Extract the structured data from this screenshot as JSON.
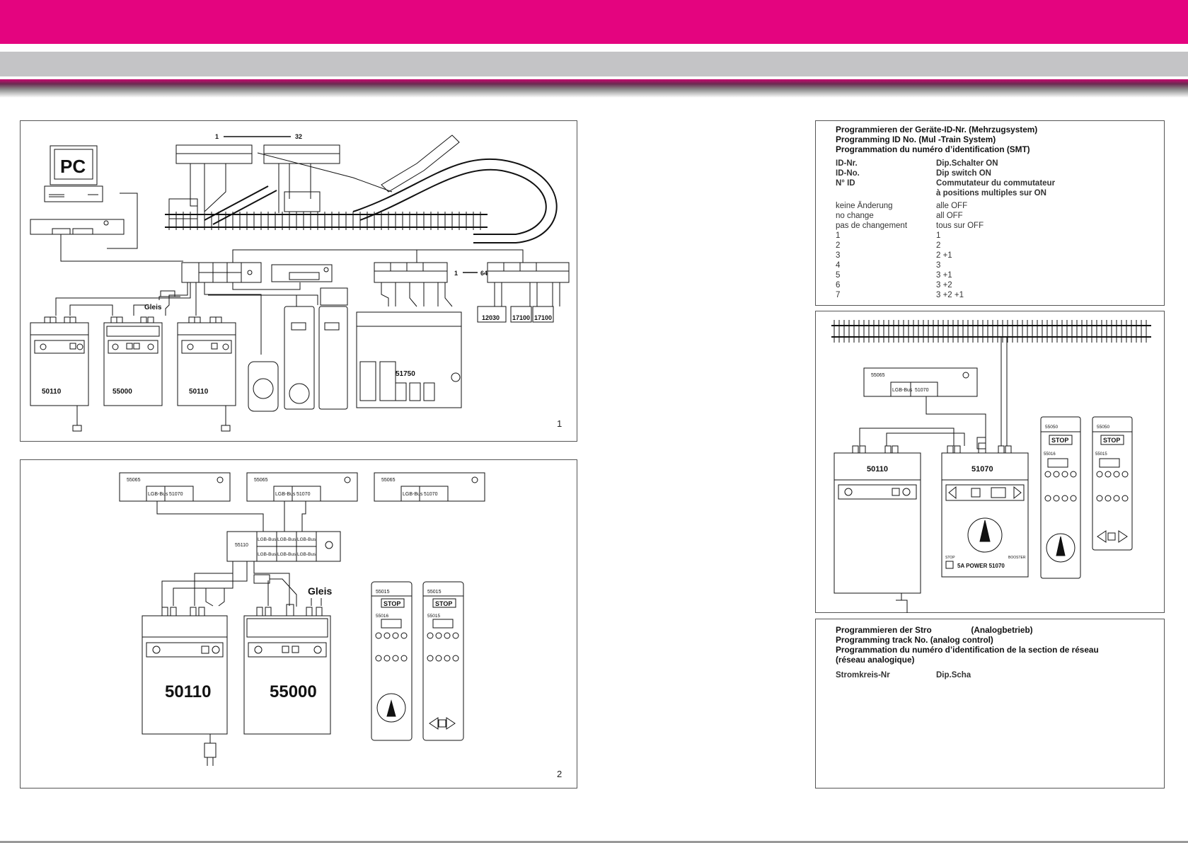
{
  "figure1": {
    "number": "1",
    "pc_label": "PC",
    "range_top": [
      "1",
      "32"
    ],
    "range_right": [
      "1",
      "64"
    ],
    "gleis_label": "Gleis",
    "units": [
      "50110",
      "55000",
      "50110",
      "51750",
      "12030",
      "17100",
      "17100"
    ]
  },
  "figure2": {
    "number": "2",
    "receivers": [
      {
        "model": "55065",
        "bus": "LGB-Bus",
        "id": "51070"
      },
      {
        "model": "55065",
        "bus": "LGB-Bus",
        "id": "51070"
      },
      {
        "model": "55065",
        "bus": "LGB-Bus",
        "id": "51070"
      }
    ],
    "distributor": {
      "model": "55110",
      "ports": [
        "LGB-Bus",
        "LGB-Bus",
        "LGB-Bus",
        "LGB-Bus",
        "LGB-Bus",
        "LGB-Bus"
      ]
    },
    "gleis_label": "Gleis",
    "transformer": "50110",
    "central": "55000",
    "handhelds": [
      {
        "model": "55015",
        "stop": "STOP",
        "inner": "55016"
      },
      {
        "model": "55015",
        "stop": "STOP",
        "inner": "55015"
      }
    ]
  },
  "id_table": {
    "titles": [
      "Programmieren der Geräte-ID-Nr. (Mehrzugsystem)",
      "Programming ID No. (Mul   -Train System)",
      "Programmation du numéro d’identification (SMT)"
    ],
    "headers": [
      {
        "left": "ID-Nr.",
        "right": "Dip.Schalter ON"
      },
      {
        "left": "ID-No.",
        "right": "Dip switch ON"
      },
      {
        "left": "N° ID",
        "right": "Commutateur du commutateur"
      },
      {
        "left": "",
        "right": "à positions multiples sur ON"
      }
    ],
    "rows": [
      {
        "left": "keine Änderung",
        "right": "alle OFF"
      },
      {
        "left": "no change",
        "right": "all OFF"
      },
      {
        "left": "pas de changement",
        "right": "tous sur OFF"
      },
      {
        "left": "1",
        "right": "1"
      },
      {
        "left": "2",
        "right": "2"
      },
      {
        "left": "3",
        "right": "2 +1"
      },
      {
        "left": "4",
        "right": "3"
      },
      {
        "left": "5",
        "right": "3 +1"
      },
      {
        "left": "6",
        "right": "3 +2"
      },
      {
        "left": "7",
        "right": "3 +2 +1"
      }
    ]
  },
  "figure3": {
    "receiver": {
      "model": "55065",
      "bus": "LGB-Bus",
      "id": "51070"
    },
    "transformer": "50110",
    "booster": "51070",
    "booster_stop": "STOP",
    "booster_booster": "BOOSTER",
    "booster_power": "5A POWER 51070",
    "handhelds": [
      {
        "model": "55050",
        "stop": "STOP",
        "inner": "55016"
      },
      {
        "model": "55050",
        "stop": "STOP",
        "inner": "55015"
      }
    ]
  },
  "track_section": {
    "titles": [
      "Programmieren der Stro                 (Analogbetrieb)",
      "Programming track No. (analog control)",
      "Programmation du numéro d’identification de la section de réseau",
      "(réseau analogique)"
    ],
    "header": {
      "left": "Stromkreis-Nr",
      "right": "Dip.Scha"
    }
  },
  "colors": {
    "band_pink": "#e4047f",
    "band_gray": "#c4c4c6",
    "line": "#111111"
  }
}
